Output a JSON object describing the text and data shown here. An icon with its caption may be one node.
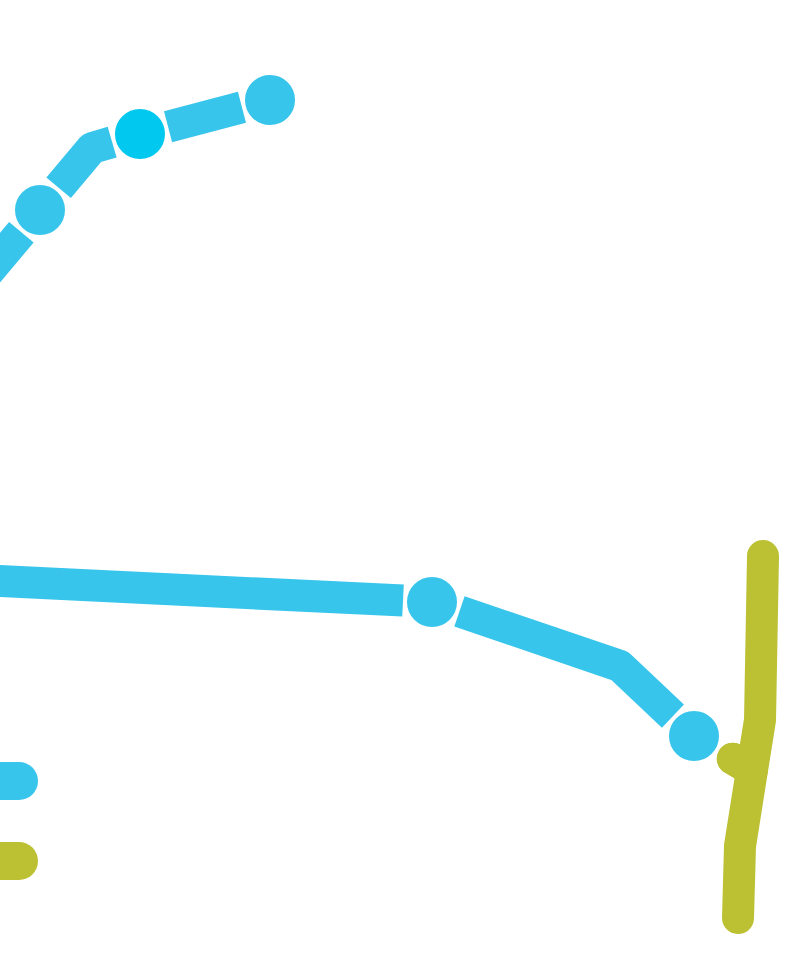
{
  "diagram": {
    "nodes": [
      {
        "text": [],
        "shape": "circle"
      },
      {
        "text": [],
        "shape": "circle"
      },
      {
        "text": [],
        "shape": "circle"
      },
      {
        "text": [],
        "shape": "circle"
      },
      {
        "text": [],
        "shape": "circle"
      }
    ],
    "edges": [
      {
        "from": 0,
        "to": 1,
        "arrow": "none"
      },
      {
        "from": 1,
        "to": 2,
        "arrow": "none"
      },
      {
        "from": 2,
        "to": null,
        "arrow": "none"
      },
      {
        "from": 3,
        "to": null,
        "arrow": "none"
      },
      {
        "from": 3,
        "to": 4,
        "arrow": "none"
      },
      {
        "from": 4,
        "to": null,
        "arrow": "none",
        "color": "#bcc134"
      },
      {
        "from": 4,
        "to": null,
        "arrow": "none",
        "color": "#bcc134"
      }
    ]
  }
}
